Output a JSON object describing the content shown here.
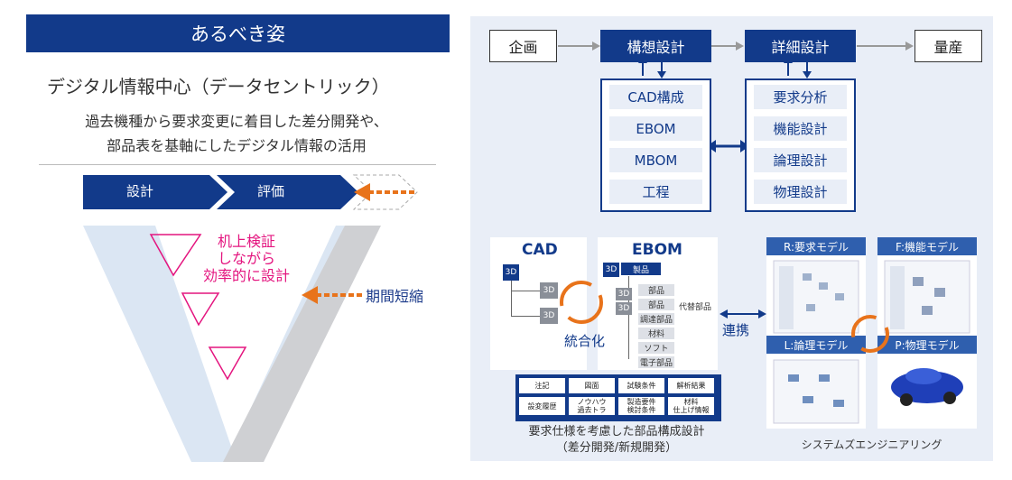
{
  "left": {
    "banner": "あるべき姿",
    "heading": "デジタル情報中心（データセントリック）",
    "desc_line1": "過去機種から要求変更に着目した差分開発や、",
    "desc_line2": "部品表を基軸にしたデジタル情報の活用",
    "process": [
      "設計",
      "評価"
    ],
    "pink_lines": [
      "机上検証",
      "しながら",
      "効率的に設計"
    ],
    "shorten": "期間短縮"
  },
  "flow": {
    "plan": "企画",
    "concept": "構想設計",
    "detail": "詳細設計",
    "production": "量産",
    "concept_items": [
      "CAD構成",
      "EBOM",
      "MBOM",
      "工程"
    ],
    "detail_items": [
      "要求分析",
      "機能設計",
      "論理設計",
      "物理設計"
    ]
  },
  "cad": {
    "title": "CAD",
    "icon": "3D",
    "integrate": "統合化"
  },
  "ebom": {
    "title": "EBOM",
    "product": "製品",
    "parts": [
      "部品",
      "部品",
      "調達部品",
      "材料",
      "ソフト",
      "電子部品"
    ],
    "alt_part": "代替部品"
  },
  "info_grid": [
    [
      "注記",
      "図面",
      "試験条件",
      "解析結果"
    ],
    [
      "設変履歴",
      "ノウハウ\n過去トラ",
      "製造要件\n検討条件",
      "材料\n仕上げ情報"
    ]
  ],
  "bom_caption1": "要求仕様を考慮した部品構成設計",
  "bom_caption2": "（差分開発/新規開発）",
  "link_label": "連携",
  "models": {
    "r": "R:要求モデル",
    "f": "F:機能モデル",
    "l": "L:論理モデル",
    "p": "P:物理モデル"
  },
  "se_caption": "システムズエンジニアリング",
  "colors": {
    "navy": "#123a8a",
    "orange": "#e8731b",
    "pink": "#e4157f",
    "panel": "#e9eef7"
  }
}
